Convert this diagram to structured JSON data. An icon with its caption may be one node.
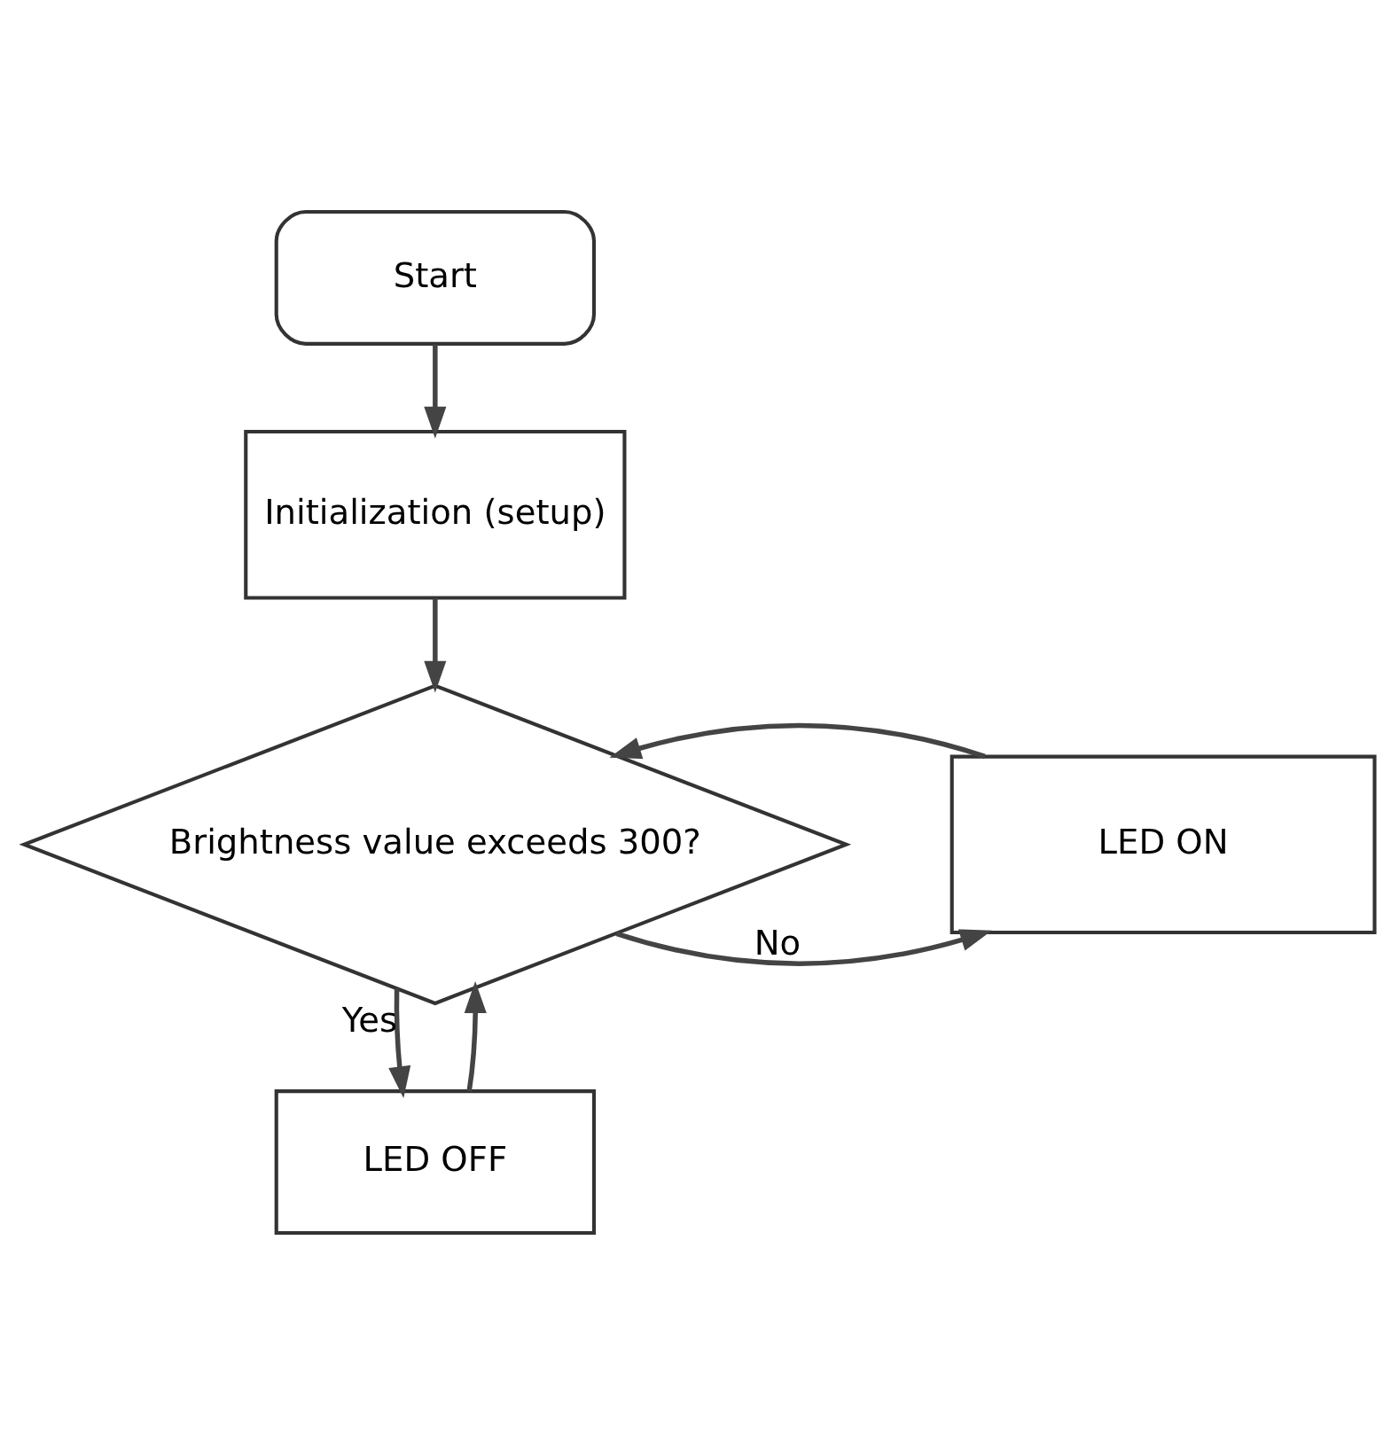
{
  "diagram": {
    "nodes": [
      {
        "text": [
          "Start"
        ]
      },
      {
        "text": [
          "Initialization (setup)"
        ]
      },
      {
        "text": [
          "Brightness value exceeds 300?"
        ]
      },
      {
        "text": [
          "LED ON"
        ]
      },
      {
        "text": [
          "LED OFF"
        ]
      }
    ],
    "edges": [
      {
        "from": 0,
        "to": 1,
        "arrow": "to"
      },
      {
        "from": 1,
        "to": 2,
        "arrow": "to"
      },
      {
        "from": 2,
        "to": 3,
        "arrow": "to",
        "label": "No"
      },
      {
        "from": 3,
        "to": 2,
        "arrow": "to"
      },
      {
        "from": 2,
        "to": 4,
        "arrow": "to",
        "label": "Yes"
      },
      {
        "from": 4,
        "to": 2,
        "arrow": "to"
      }
    ]
  }
}
